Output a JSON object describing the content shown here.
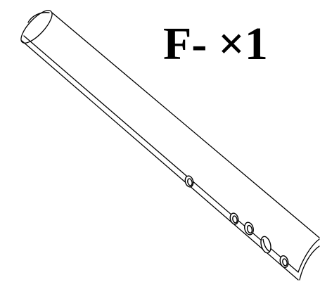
{
  "part": {
    "id": "F-",
    "quantity": "×1"
  },
  "drawing": {
    "subject": "tube",
    "line_color": "#000000",
    "background": "#ffffff"
  }
}
